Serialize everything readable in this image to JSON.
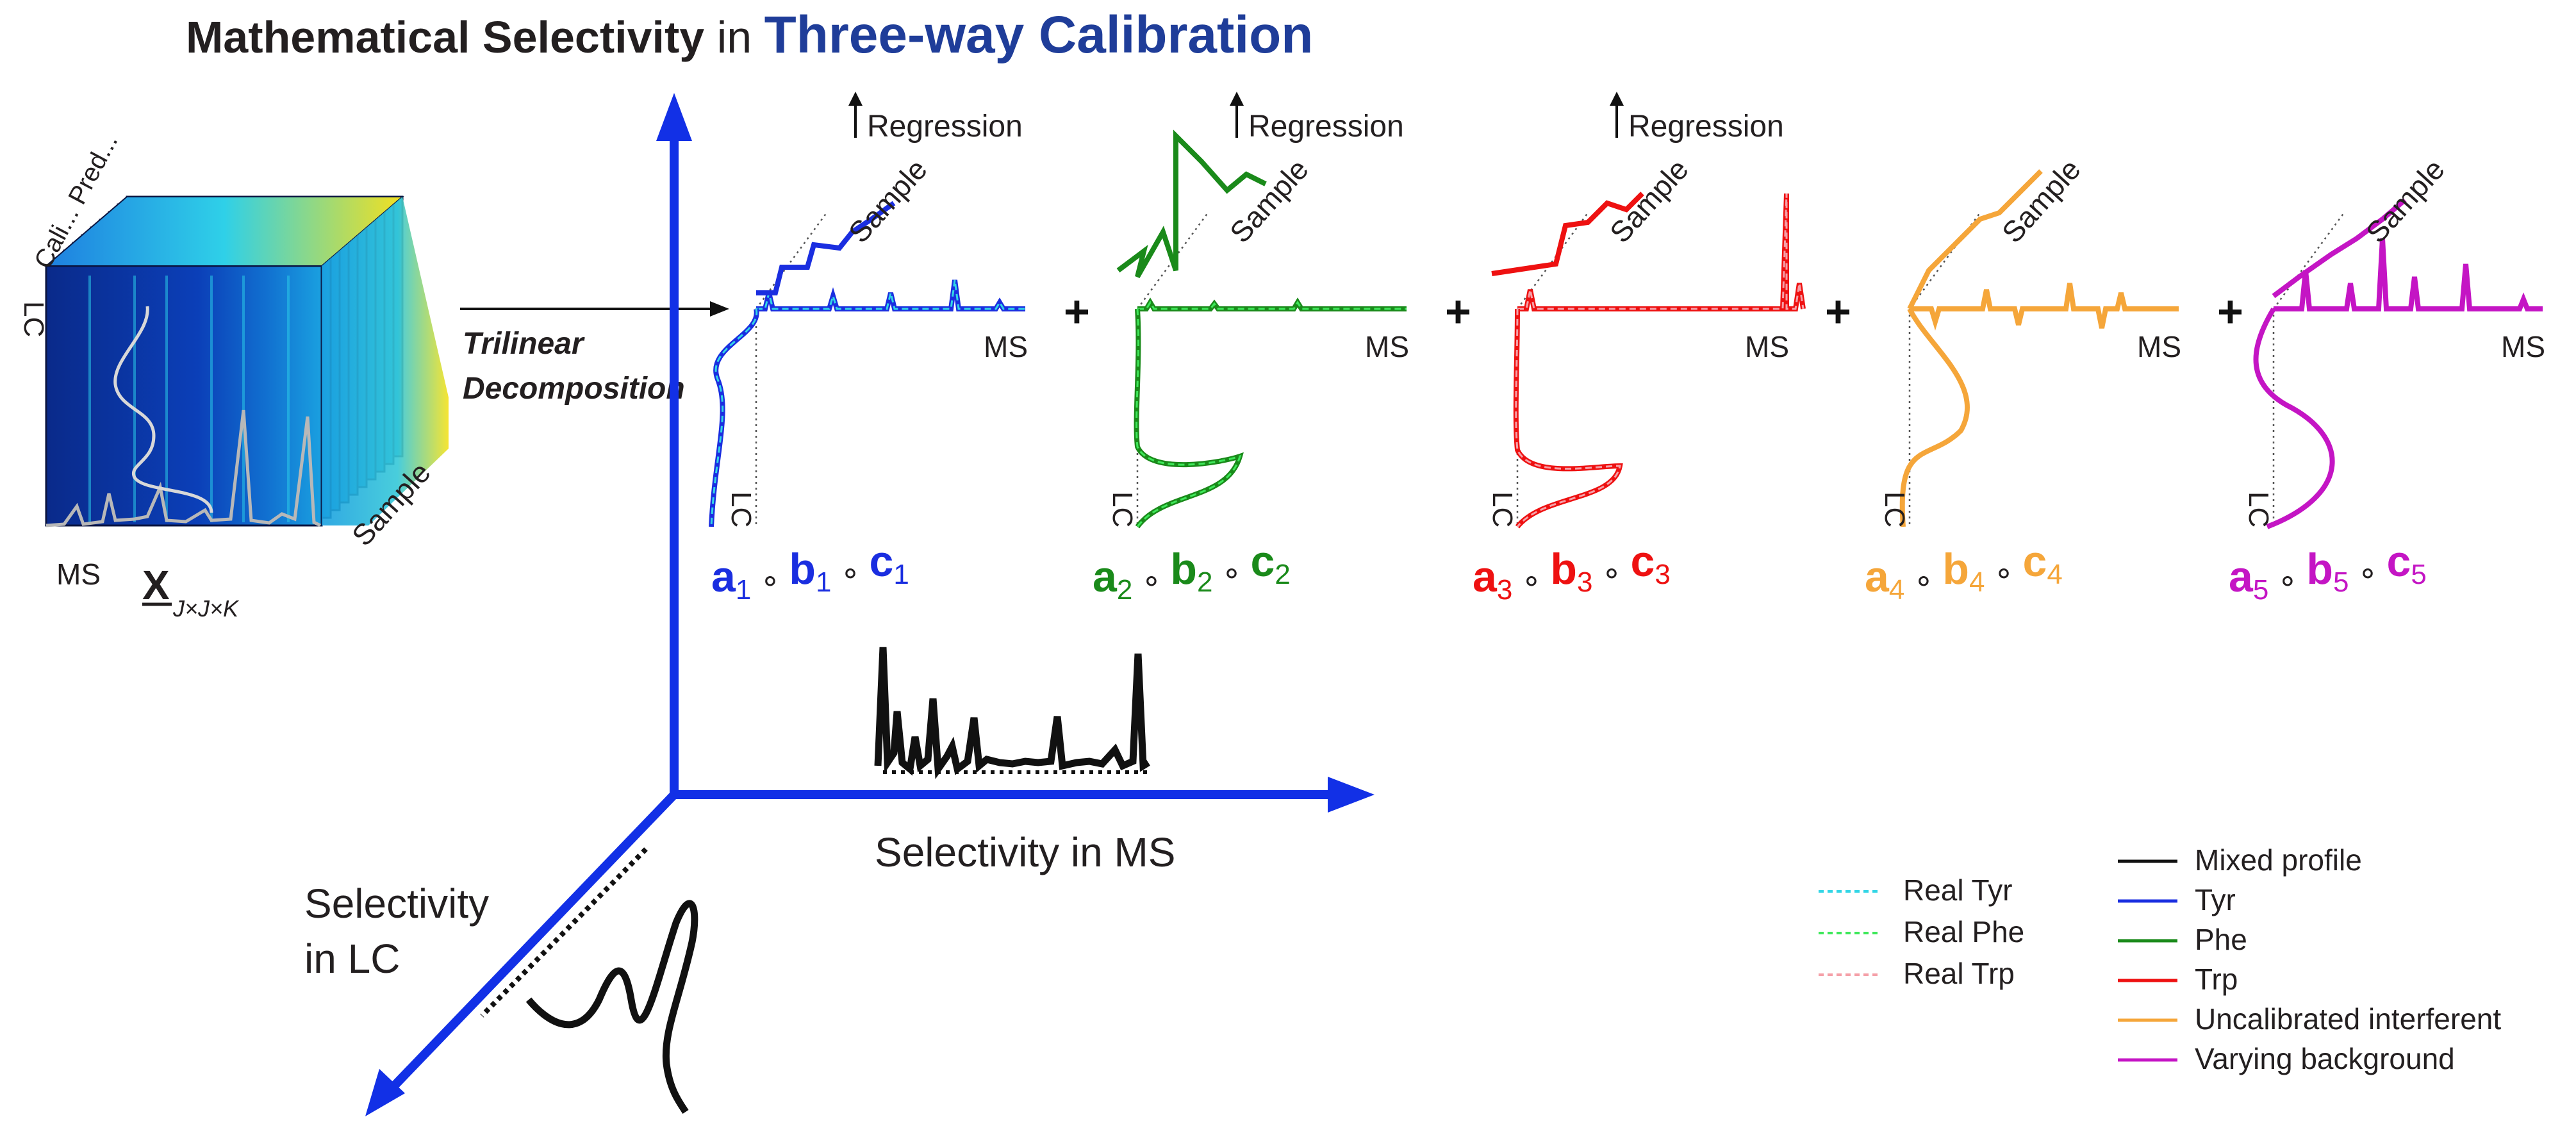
{
  "title": {
    "part1": "Mathematical Selectivity",
    "part2": " in ",
    "part3": "Three-way Calibration"
  },
  "colors": {
    "title_dark": "#231f20",
    "title_blue": "#1f3d99",
    "axis_blue": "#1230e6",
    "component_1": "#1a2ee0",
    "component_2": "#1a8a1a",
    "component_3": "#ee1111",
    "component_4": "#f5a63a",
    "component_5": "#c415c4",
    "mixed": "#111111"
  },
  "cube": {
    "mode_lc": "LC",
    "slice_labels": "Cali... Pred...",
    "mode_ms": "MS",
    "mode_sample": "Sample",
    "tensor_symbol": "X",
    "tensor_subscript": "J×J×K"
  },
  "decomposition_label": {
    "line1": "Trilinear",
    "line2": "Decomposition"
  },
  "components": [
    {
      "regression": "Regression",
      "sample": "Sample",
      "ms": "MS",
      "lc": "LC",
      "a": "a",
      "b": "b",
      "c": "c",
      "index": "1",
      "op": "∘",
      "plus": "+"
    },
    {
      "regression": "Regression",
      "sample": "Sample",
      "ms": "MS",
      "lc": "LC",
      "a": "a",
      "b": "b",
      "c": "c",
      "index": "2",
      "op": "∘",
      "plus": "+"
    },
    {
      "regression": "Regression",
      "sample": "Sample",
      "ms": "MS",
      "lc": "LC",
      "a": "a",
      "b": "b",
      "c": "c",
      "index": "3",
      "op": "∘",
      "plus": "+"
    },
    {
      "regression": "",
      "sample": "Sample",
      "ms": "MS",
      "lc": "LC",
      "a": "a",
      "b": "b",
      "c": "c",
      "index": "4",
      "op": "∘",
      "plus": "+"
    },
    {
      "regression": "",
      "sample": "Sample",
      "ms": "MS",
      "lc": "LC",
      "a": "a",
      "b": "b",
      "c": "c",
      "index": "5",
      "op": "∘",
      "plus": ""
    }
  ],
  "axes": {
    "selectivity_ms": "Selectivity in MS",
    "selectivity_lc_1": "Selectivity",
    "selectivity_lc_2": "in LC"
  },
  "legend": {
    "real": [
      {
        "label": "Real Tyr",
        "color": "#33d6e6"
      },
      {
        "label": "Real Phe",
        "color": "#3ee85a"
      },
      {
        "label": "Real Trp",
        "color": "#f5a0a8"
      }
    ],
    "components": [
      {
        "label": "Mixed profile",
        "color": "#111111"
      },
      {
        "label": "Tyr",
        "color": "#1a2ee0"
      },
      {
        "label": "Phe",
        "color": "#1a8a1a"
      },
      {
        "label": "Trp",
        "color": "#ee1111"
      },
      {
        "label": "Uncalibrated interferent",
        "color": "#f5a63a"
      },
      {
        "label": "Varying background",
        "color": "#c415c4"
      }
    ]
  }
}
